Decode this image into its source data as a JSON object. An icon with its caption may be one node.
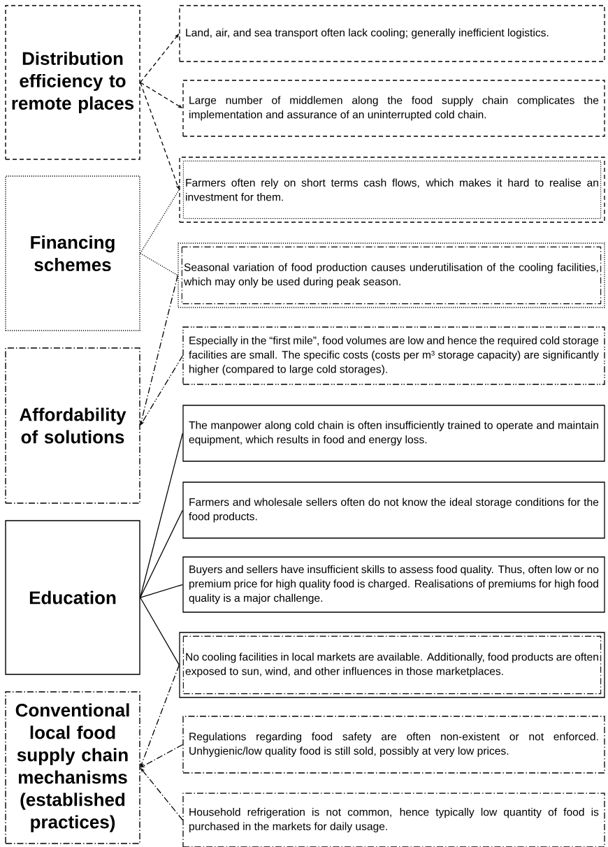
{
  "diagram": {
    "nodes": [
      {
        "text": [
          "Distribution efficiency to remote places"
        ]
      },
      {
        "text": [
          "Financing schemes"
        ]
      },
      {
        "text": [
          "Affordability of solutions"
        ]
      },
      {
        "text": [
          "Education"
        ]
      },
      {
        "text": [
          "Conventional local food supply chain mechanisms (established practices)"
        ]
      },
      {
        "text": [
          "Land, air, and sea transport often lack cooling; generally inefficient logistics."
        ]
      },
      {
        "text": [
          "Large number of middlemen along the food supply chain complicates the implementation and assurance of an uninterrupted cold chain."
        ]
      },
      {
        "text": [
          "Farmers often rely on short terms cash flows, which makes it hard to realise an investment for them."
        ]
      },
      {
        "text": [
          "Seasonal variation of food production causes underutilisation of the cooling facilities, which may only be used during peak season."
        ]
      },
      {
        "text": [
          "Especially in the “first mile”, food volumes are low and hence the required cold storage facilities are small. The specific costs (costs per m³ storage capacity) are significantly higher (compared to large cold storages)."
        ]
      },
      {
        "text": [
          "The manpower along cold chain is often insufficiently trained to operate and maintain equipment, which results in food and energy loss."
        ]
      },
      {
        "text": [
          "Farmers and wholesale sellers often do not know the ideal storage conditions for the food products."
        ]
      },
      {
        "text": [
          "Buyers and sellers have insufficient skills to assess food quality. Thus, often low or no premium price for high quality food is charged. Realisations of premiums for high food quality is a major challenge."
        ]
      },
      {
        "text": [
          "No cooling facilities in local markets are available. Additionally, food products are often exposed to sun, wind, and other influences in those marketplaces."
        ]
      },
      {
        "text": [
          "Regulations regarding food safety are often non-existent or not enforced. Unhygienic/low quality food is still sold, possibly at very low prices."
        ]
      },
      {
        "text": [
          "Household refrigeration is not common, hence typically low quantity of food is purchased in the markets for daily usage."
        ]
      }
    ],
    "edges": [
      {
        "from": 0,
        "to": 5,
        "arrow": "to",
        "style": "dashed"
      },
      {
        "from": 0,
        "to": 6,
        "arrow": "to",
        "style": "dashed"
      },
      {
        "from": 0,
        "to": 7,
        "arrow": "to",
        "style": "dashed"
      },
      {
        "from": 1,
        "to": 7,
        "arrow": "none",
        "style": "dashed"
      },
      {
        "from": 1,
        "to": 8,
        "arrow": "none",
        "style": "dashed"
      },
      {
        "from": 8,
        "to": 2,
        "arrow": "to",
        "style": "dashed"
      },
      {
        "from": 9,
        "to": 2,
        "arrow": "to",
        "style": "dashed"
      },
      {
        "from": 3,
        "to": 10,
        "arrow": "none"
      },
      {
        "from": 3,
        "to": 11,
        "arrow": "none"
      },
      {
        "from": 3,
        "to": 12,
        "arrow": "none"
      },
      {
        "from": 3,
        "to": 13,
        "arrow": "none"
      },
      {
        "from": 13,
        "to": 4,
        "arrow": "to",
        "style": "dashed"
      },
      {
        "from": 14,
        "to": 4,
        "arrow": "to",
        "style": "dashed"
      },
      {
        "from": 15,
        "to": 4,
        "arrow": "to",
        "style": "dashed"
      }
    ]
  }
}
